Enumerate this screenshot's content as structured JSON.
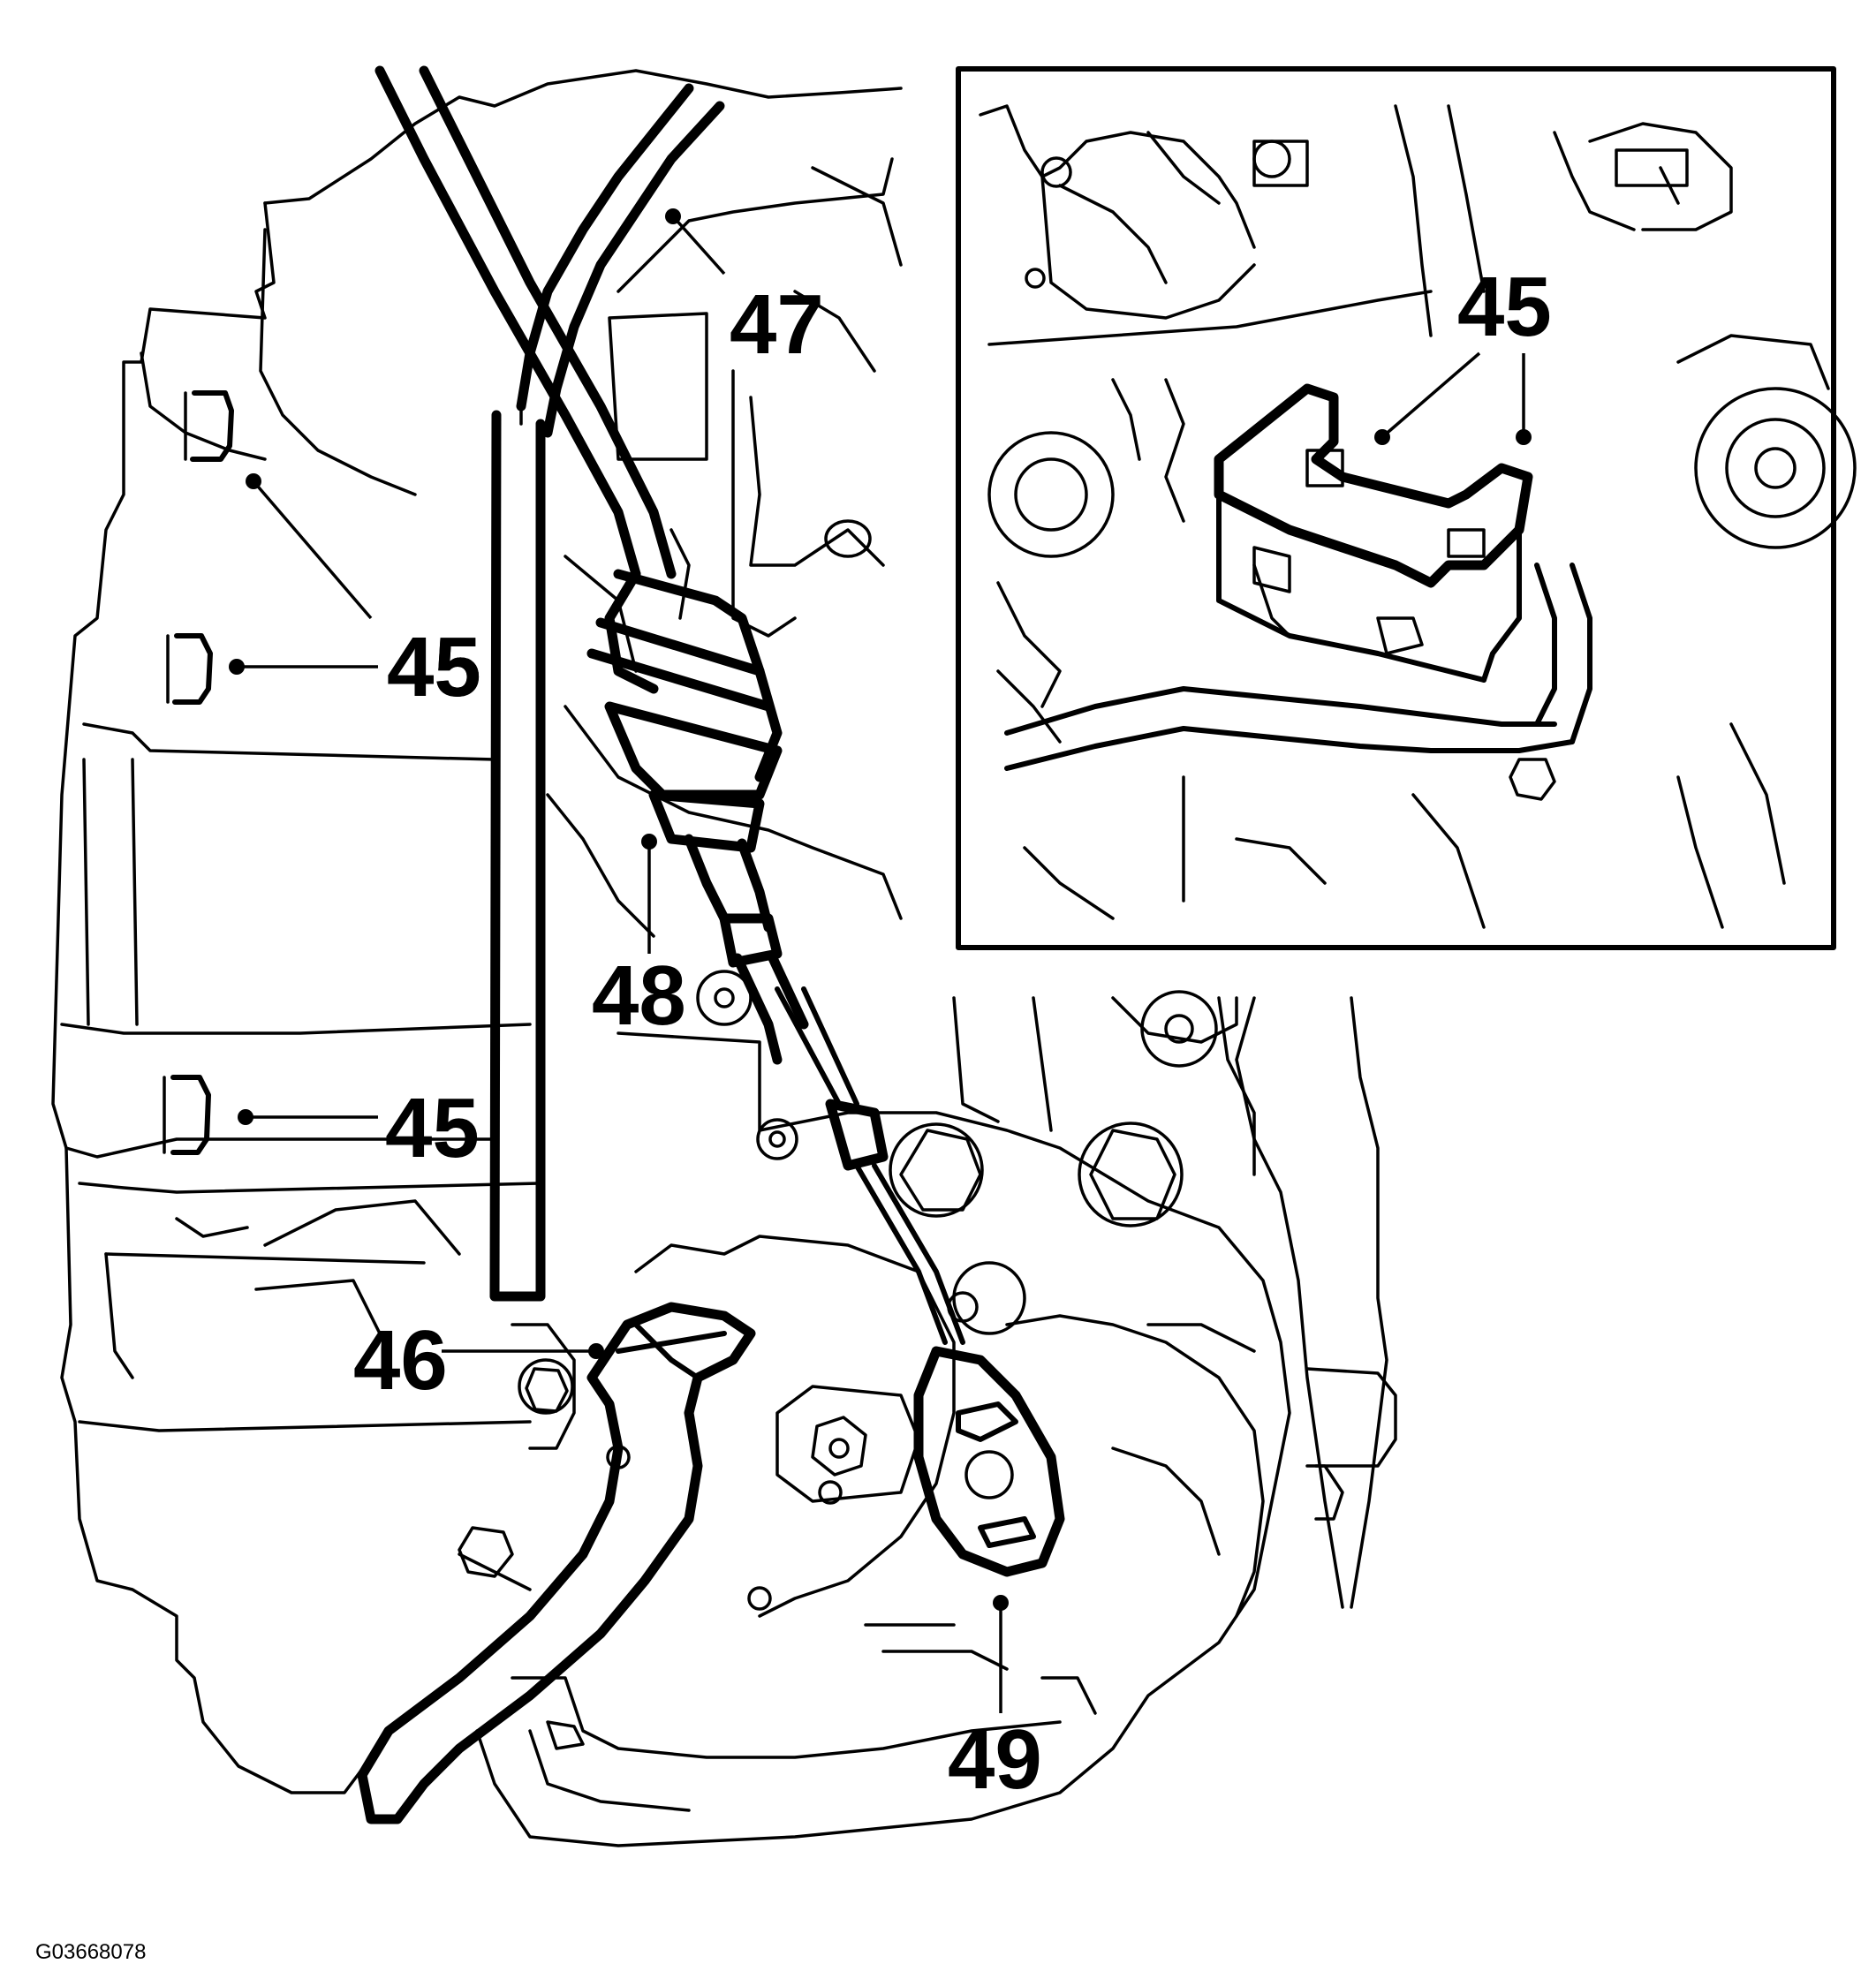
{
  "figure_id": "G03668078",
  "callouts": [
    {
      "id": "c45a",
      "label": "45"
    },
    {
      "id": "c45b",
      "label": "45"
    },
    {
      "id": "c45c",
      "label": "45"
    },
    {
      "id": "c46",
      "label": "46"
    },
    {
      "id": "c47",
      "label": "47"
    },
    {
      "id": "c48",
      "label": "48"
    },
    {
      "id": "c49",
      "label": "49"
    },
    {
      "id": "c45inset",
      "label": "45"
    }
  ]
}
